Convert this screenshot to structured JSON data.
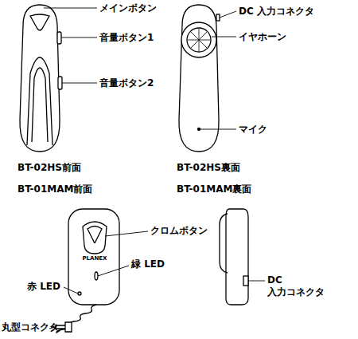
{
  "diagram": {
    "labels": [
      "メインボタン",
      "音量ボタン1",
      "音量ボタン2",
      "BT-02HS前面",
      "DC 入力コネクタ",
      "イヤホーン",
      "マイク",
      "BT-02HS裏面",
      "BT-01MAM前面",
      "BT-01MAM裏面",
      "クロムボタン",
      "PLANEX",
      "緑 LED",
      "赤 LED",
      "丸型コネクタ",
      "DC 入力コネクタ"
    ]
  }
}
